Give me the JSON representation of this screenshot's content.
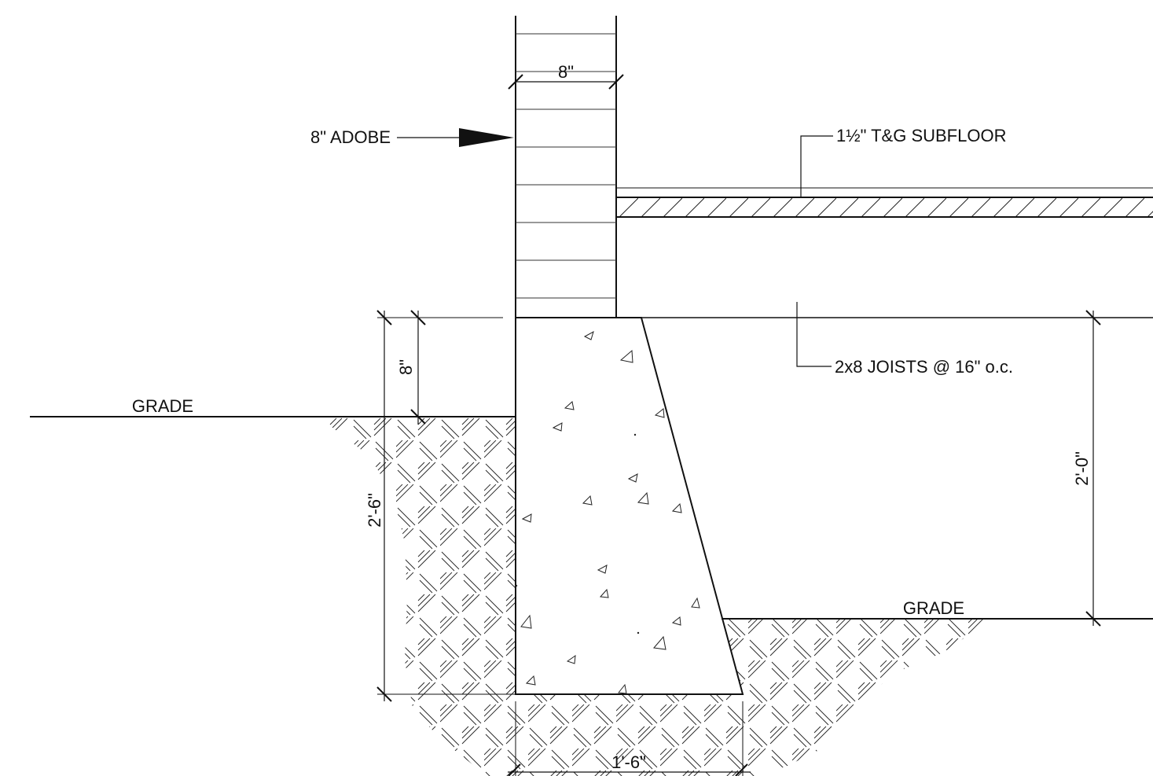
{
  "labels": {
    "adobe": "8\" ADOBE",
    "subfloor": "1½\" T&G SUBFLOOR",
    "joists": "2x8 JOISTS @ 16\" o.c.",
    "grade_left": "GRADE",
    "grade_right": "GRADE"
  },
  "dimensions": {
    "wall_width": "8\"",
    "stem_above_grade": "8\"",
    "footing_depth": "2'-6\"",
    "footing_width": "1'-6\"",
    "crawlspace_height": "2'-0\""
  }
}
